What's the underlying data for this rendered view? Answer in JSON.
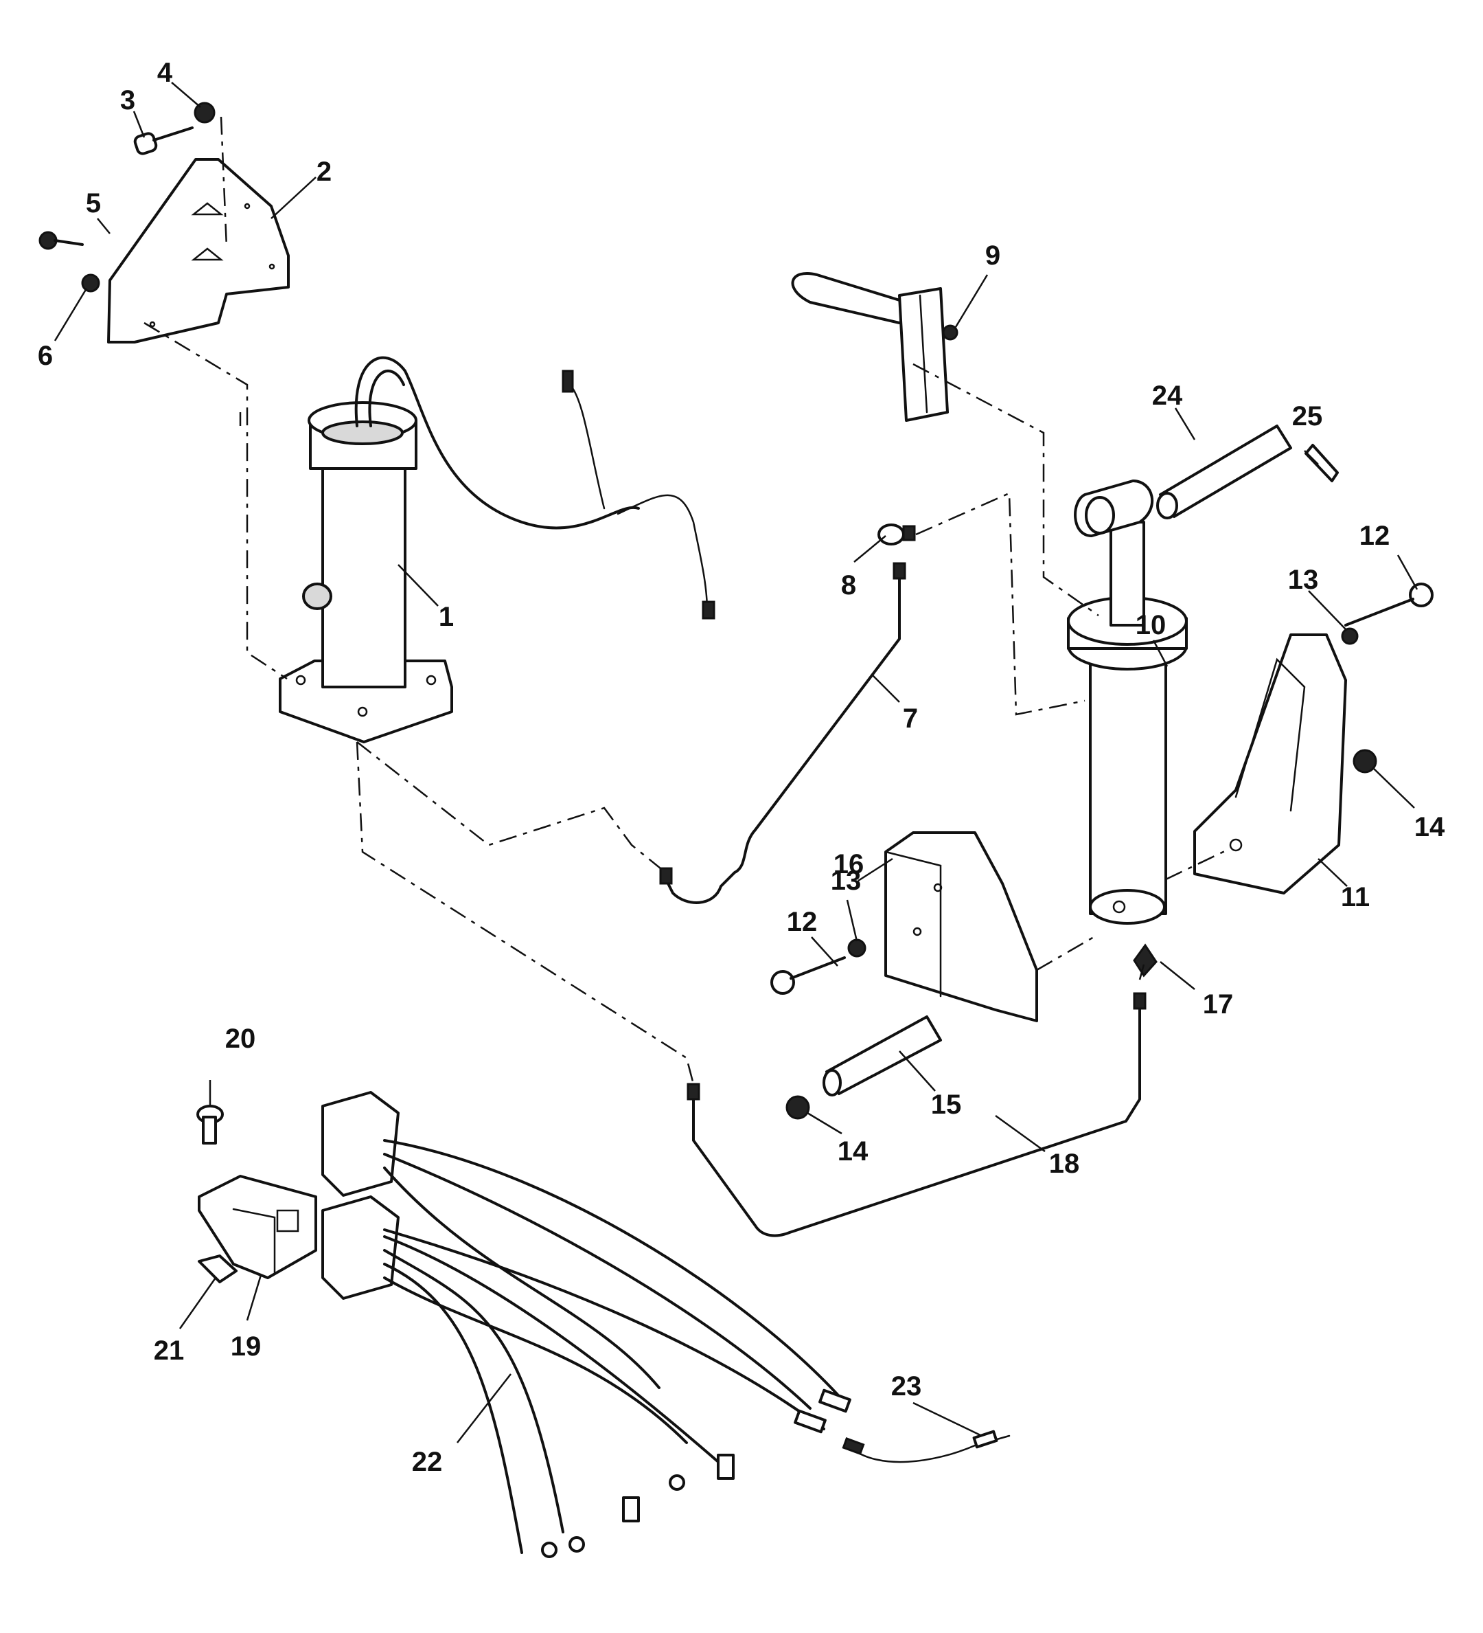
{
  "callouts": [
    {
      "id": "1",
      "label": "1"
    },
    {
      "id": "2",
      "label": "2"
    },
    {
      "id": "3",
      "label": "3"
    },
    {
      "id": "4",
      "label": "4"
    },
    {
      "id": "5",
      "label": "5"
    },
    {
      "id": "6",
      "label": "6"
    },
    {
      "id": "7",
      "label": "7"
    },
    {
      "id": "8",
      "label": "8"
    },
    {
      "id": "9",
      "label": "9"
    },
    {
      "id": "10",
      "label": "10"
    },
    {
      "id": "11",
      "label": "11"
    },
    {
      "id": "12a",
      "label": "12"
    },
    {
      "id": "12b",
      "label": "12"
    },
    {
      "id": "13a",
      "label": "13"
    },
    {
      "id": "13b",
      "label": "13"
    },
    {
      "id": "14a",
      "label": "14"
    },
    {
      "id": "14b",
      "label": "14"
    },
    {
      "id": "15",
      "label": "15"
    },
    {
      "id": "16",
      "label": "16"
    },
    {
      "id": "17",
      "label": "17"
    },
    {
      "id": "18",
      "label": "18"
    },
    {
      "id": "19",
      "label": "19"
    },
    {
      "id": "20",
      "label": "20"
    },
    {
      "id": "21",
      "label": "21"
    },
    {
      "id": "22",
      "label": "22"
    },
    {
      "id": "23",
      "label": "23"
    },
    {
      "id": "24",
      "label": "24"
    },
    {
      "id": "25",
      "label": "25"
    }
  ]
}
